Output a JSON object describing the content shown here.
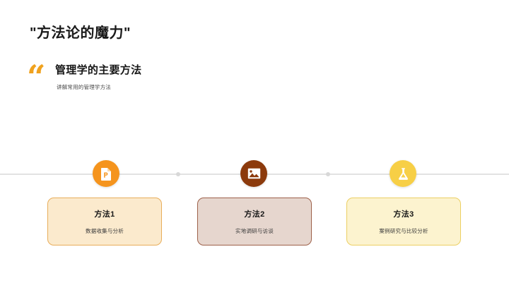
{
  "slide": {
    "title": "\"方法论的魔力\"",
    "quote": {
      "mark": "“",
      "heading": "管理学的主要方法",
      "subtitle": "讲解常用的管理学方法"
    },
    "timeline": {
      "nodes": [
        {
          "icon": "document-icon",
          "color": "#f5941d"
        },
        {
          "icon": "image-icon",
          "color": "#8c3a0c"
        },
        {
          "icon": "flask-icon",
          "color": "#f7cf46"
        }
      ],
      "connector_dot_color": "#d8d8d8",
      "line_color": "#e2e2e2"
    },
    "cards": [
      {
        "title": "方法1",
        "desc": "数据收集与分析",
        "bg": "#fbeacd",
        "border": "#e8ad5a"
      },
      {
        "title": "方法2",
        "desc": "实地调研与访谈",
        "bg": "#e6d6ce",
        "border": "#9d6049"
      },
      {
        "title": "方法3",
        "desc": "案例研究与比较分析",
        "bg": "#fcf3cf",
        "border": "#eccf63"
      }
    ]
  }
}
